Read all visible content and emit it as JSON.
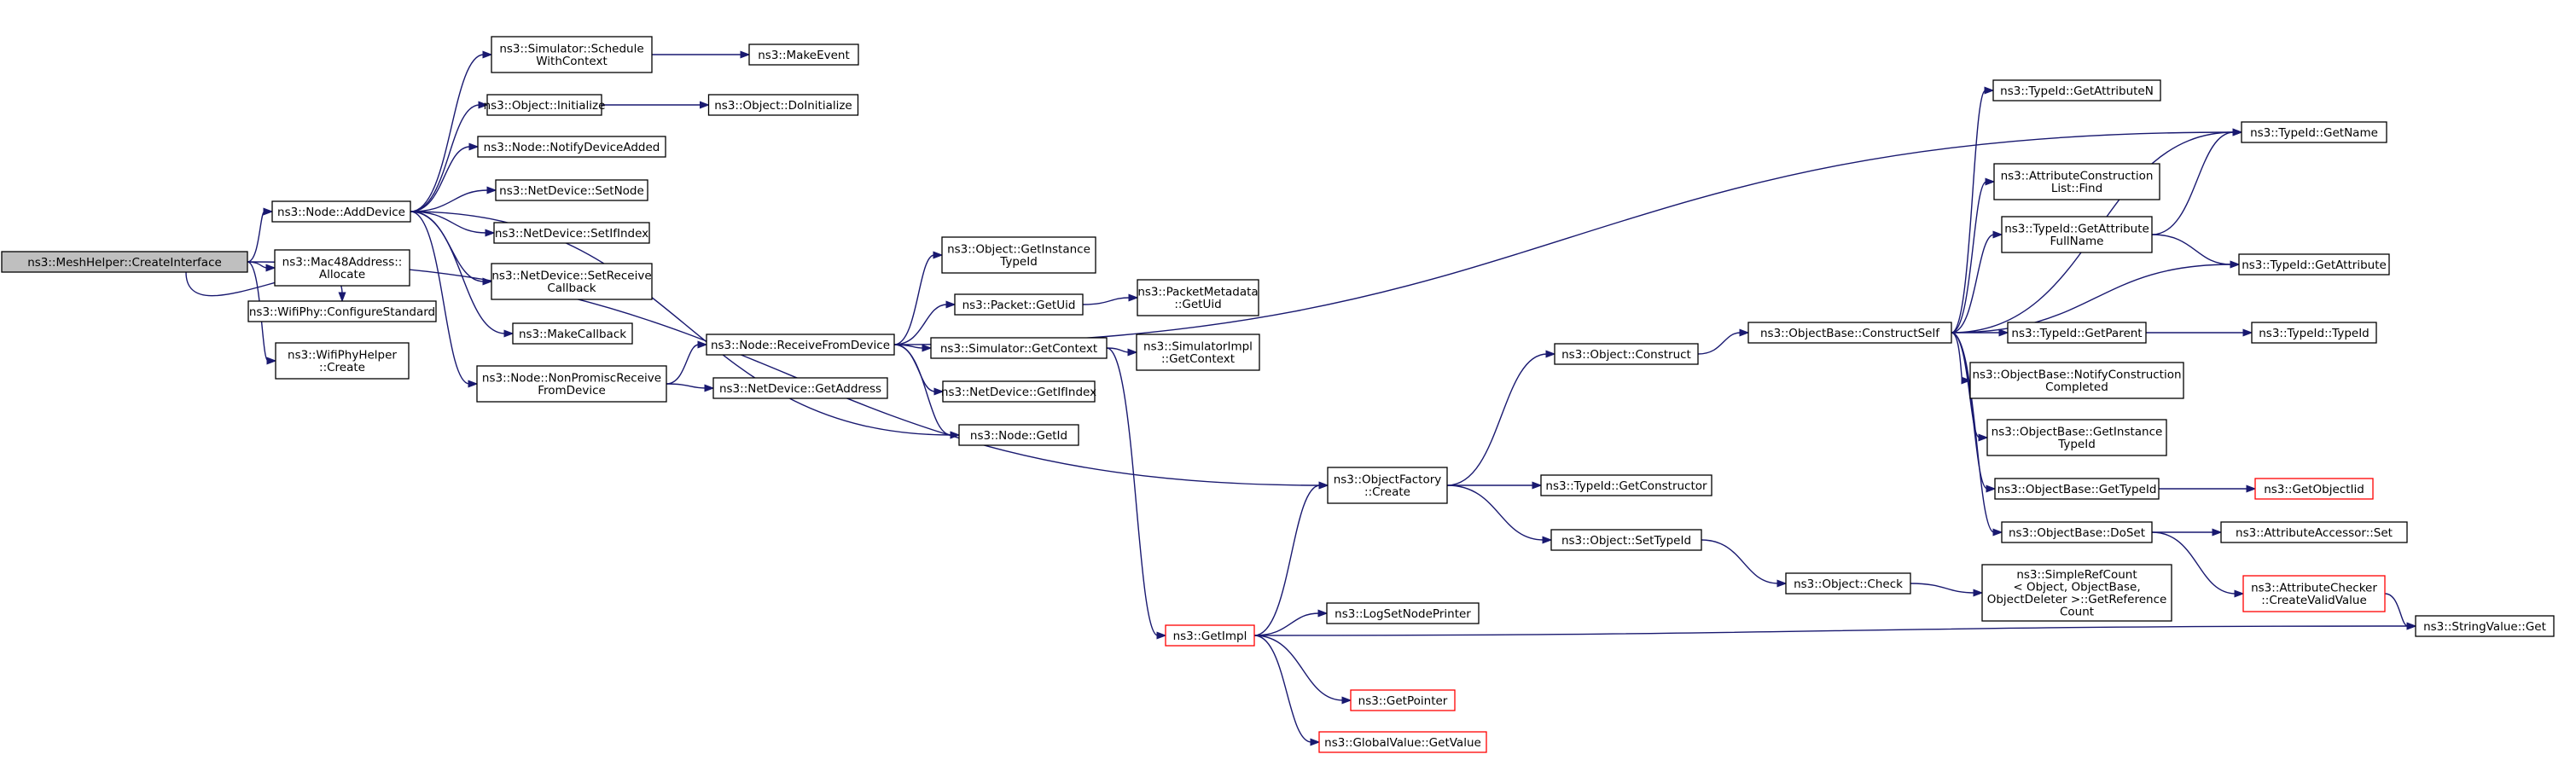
{
  "graph": {
    "colors": {
      "edge": "#191970",
      "node_border": "#000000",
      "node_border_external": "#ff0000",
      "root_fill": "#bfbfbf",
      "node_fill": "#ffffff"
    },
    "nodes": [
      {
        "id": "n0",
        "lines": [
          "ns3::MeshHelper::CreateInterface"
        ],
        "style": "root"
      },
      {
        "id": "n1",
        "lines": [
          "ns3::Node::AddDevice"
        ]
      },
      {
        "id": "n2",
        "lines": [
          "ns3::Mac48Address::",
          "Allocate"
        ]
      },
      {
        "id": "n3",
        "lines": [
          "ns3::WifiPhy::ConfigureStandard"
        ]
      },
      {
        "id": "n4",
        "lines": [
          "ns3::WifiPhyHelper",
          "::Create"
        ]
      },
      {
        "id": "n5",
        "lines": [
          "ns3::Simulator::Schedule",
          "WithContext"
        ]
      },
      {
        "id": "n6",
        "lines": [
          "ns3::MakeEvent"
        ]
      },
      {
        "id": "n7",
        "lines": [
          "ns3::Object::Initialize"
        ]
      },
      {
        "id": "n8",
        "lines": [
          "ns3::Object::DoInitialize"
        ]
      },
      {
        "id": "n9",
        "lines": [
          "ns3::Node::NotifyDeviceAdded"
        ]
      },
      {
        "id": "n10",
        "lines": [
          "ns3::NetDevice::SetNode"
        ]
      },
      {
        "id": "n11",
        "lines": [
          "ns3::NetDevice::SetIfIndex"
        ]
      },
      {
        "id": "n12",
        "lines": [
          "ns3::NetDevice::SetReceive",
          "Callback"
        ]
      },
      {
        "id": "n13",
        "lines": [
          "ns3::MakeCallback"
        ]
      },
      {
        "id": "n14",
        "lines": [
          "ns3::Node::NonPromiscReceive",
          "FromDevice"
        ]
      },
      {
        "id": "n15",
        "lines": [
          "ns3::Node::ReceiveFromDevice"
        ]
      },
      {
        "id": "n16",
        "lines": [
          "ns3::NetDevice::GetAddress"
        ]
      },
      {
        "id": "n17",
        "lines": [
          "ns3::Object::GetInstance",
          "TypeId"
        ]
      },
      {
        "id": "n18",
        "lines": [
          "ns3::Packet::GetUid"
        ]
      },
      {
        "id": "n19",
        "lines": [
          "ns3::PacketMetadata",
          "::GetUid"
        ]
      },
      {
        "id": "n20",
        "lines": [
          "ns3::Simulator::GetContext"
        ]
      },
      {
        "id": "n21",
        "lines": [
          "ns3::SimulatorImpl",
          "::GetContext"
        ]
      },
      {
        "id": "n22",
        "lines": [
          "ns3::NetDevice::GetIfIndex"
        ]
      },
      {
        "id": "n23",
        "lines": [
          "ns3::Node::GetId"
        ]
      },
      {
        "id": "n24",
        "lines": [
          "ns3::GetImpl"
        ],
        "style": "red"
      },
      {
        "id": "n25",
        "lines": [
          "ns3::LogSetNodePrinter"
        ]
      },
      {
        "id": "n26",
        "lines": [
          "ns3::GetPointer"
        ],
        "style": "red"
      },
      {
        "id": "n27",
        "lines": [
          "ns3::GlobalValue::GetValue"
        ],
        "style": "red"
      },
      {
        "id": "n28",
        "lines": [
          "ns3::ObjectFactory",
          "::Create"
        ]
      },
      {
        "id": "n29",
        "lines": [
          "ns3::TypeId::GetConstructor"
        ]
      },
      {
        "id": "n30",
        "lines": [
          "ns3::Object::SetTypeId"
        ]
      },
      {
        "id": "n31",
        "lines": [
          "ns3::Object::Check"
        ]
      },
      {
        "id": "n32",
        "lines": [
          "ns3::SimpleRefCount",
          "< Object, ObjectBase,",
          " ObjectDeleter >::GetReference",
          "Count"
        ]
      },
      {
        "id": "n33",
        "lines": [
          "ns3::Object::Construct"
        ]
      },
      {
        "id": "n34",
        "lines": [
          "ns3::ObjectBase::ConstructSelf"
        ]
      },
      {
        "id": "n35",
        "lines": [
          "ns3::TypeId::GetAttributeN"
        ]
      },
      {
        "id": "n36",
        "lines": [
          "ns3::TypeId::GetName"
        ]
      },
      {
        "id": "n37",
        "lines": [
          "ns3::AttributeConstruction",
          "List::Find"
        ]
      },
      {
        "id": "n38",
        "lines": [
          "ns3::TypeId::GetAttribute",
          "FullName"
        ]
      },
      {
        "id": "n39",
        "lines": [
          "ns3::TypeId::GetAttribute"
        ]
      },
      {
        "id": "n40",
        "lines": [
          "ns3::TypeId::GetParent"
        ]
      },
      {
        "id": "n41",
        "lines": [
          "ns3::TypeId::TypeId"
        ]
      },
      {
        "id": "n42",
        "lines": [
          "ns3::ObjectBase::NotifyConstruction",
          "Completed"
        ]
      },
      {
        "id": "n43",
        "lines": [
          "ns3::ObjectBase::GetInstance",
          "TypeId"
        ]
      },
      {
        "id": "n44",
        "lines": [
          "ns3::ObjectBase::GetTypeId"
        ]
      },
      {
        "id": "n45",
        "lines": [
          "ns3::GetObjectIid"
        ],
        "style": "red"
      },
      {
        "id": "n46",
        "lines": [
          "ns3::ObjectBase::DoSet"
        ]
      },
      {
        "id": "n47",
        "lines": [
          "ns3::AttributeAccessor::Set"
        ]
      },
      {
        "id": "n48",
        "lines": [
          "ns3::AttributeChecker",
          "::CreateValidValue"
        ],
        "style": "red"
      },
      {
        "id": "n49",
        "lines": [
          "ns3::StringValue::Get"
        ]
      }
    ],
    "edges": [
      [
        "n0",
        "n1"
      ],
      [
        "n0",
        "n2"
      ],
      [
        "n0",
        "n3"
      ],
      [
        "n0",
        "n4"
      ],
      [
        "n0",
        "n28"
      ],
      [
        "n1",
        "n5"
      ],
      [
        "n1",
        "n7"
      ],
      [
        "n1",
        "n9"
      ],
      [
        "n1",
        "n10"
      ],
      [
        "n1",
        "n11"
      ],
      [
        "n1",
        "n12"
      ],
      [
        "n1",
        "n13"
      ],
      [
        "n1",
        "n14"
      ],
      [
        "n1",
        "n23"
      ],
      [
        "n5",
        "n6"
      ],
      [
        "n7",
        "n8"
      ],
      [
        "n14",
        "n15"
      ],
      [
        "n14",
        "n16"
      ],
      [
        "n15",
        "n17"
      ],
      [
        "n15",
        "n18"
      ],
      [
        "n15",
        "n20"
      ],
      [
        "n15",
        "n22"
      ],
      [
        "n15",
        "n23"
      ],
      [
        "n15",
        "n36"
      ],
      [
        "n18",
        "n19"
      ],
      [
        "n20",
        "n21"
      ],
      [
        "n20",
        "n24"
      ],
      [
        "n24",
        "n25"
      ],
      [
        "n24",
        "n26"
      ],
      [
        "n24",
        "n27"
      ],
      [
        "n24",
        "n28"
      ],
      [
        "n24",
        "n49"
      ],
      [
        "n28",
        "n29"
      ],
      [
        "n28",
        "n30"
      ],
      [
        "n28",
        "n33"
      ],
      [
        "n30",
        "n31"
      ],
      [
        "n31",
        "n32"
      ],
      [
        "n33",
        "n34"
      ],
      [
        "n34",
        "n35"
      ],
      [
        "n34",
        "n36"
      ],
      [
        "n34",
        "n37"
      ],
      [
        "n34",
        "n38"
      ],
      [
        "n34",
        "n39"
      ],
      [
        "n34",
        "n40"
      ],
      [
        "n34",
        "n42"
      ],
      [
        "n34",
        "n43"
      ],
      [
        "n34",
        "n44"
      ],
      [
        "n34",
        "n46"
      ],
      [
        "n38",
        "n36"
      ],
      [
        "n38",
        "n39"
      ],
      [
        "n40",
        "n41"
      ],
      [
        "n44",
        "n45"
      ],
      [
        "n46",
        "n47"
      ],
      [
        "n46",
        "n48"
      ],
      [
        "n48",
        "n49"
      ]
    ]
  }
}
